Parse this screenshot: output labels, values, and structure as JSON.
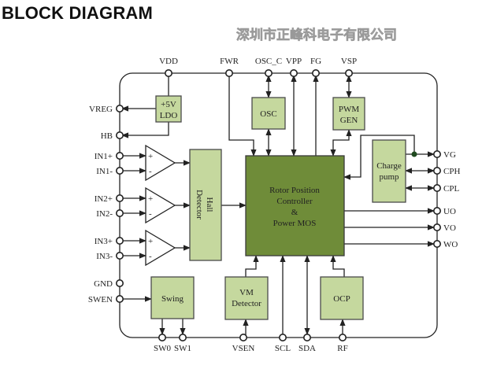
{
  "title": "BLOCK DIAGRAM",
  "pins": {
    "top": [
      "VDD",
      "FWR",
      "OSC_C",
      "VPP",
      "FG",
      "VSP"
    ],
    "left": [
      "VREG",
      "HB",
      "IN1+",
      "IN1-",
      "IN2+",
      "IN2-",
      "IN3+",
      "IN3-",
      "GND",
      "SWEN"
    ],
    "right": [
      "VG",
      "CPH",
      "CPL",
      "UO",
      "VO",
      "WO"
    ],
    "bottom": [
      "SW0",
      "SW1",
      "VSEN",
      "SCL",
      "SDA",
      "RF"
    ]
  },
  "blocks": {
    "ldo": [
      "+5V",
      "LDO"
    ],
    "osc": "OSC",
    "pwm": [
      "PWM",
      "GEN"
    ],
    "charge_pump": [
      "Charge",
      "pump"
    ],
    "main": [
      "Rotor Position",
      "Controller",
      "&",
      "Power MOS"
    ],
    "hall": [
      "Hall",
      "Detector"
    ],
    "swing": "Swing",
    "vm": [
      "VM",
      "Detector"
    ],
    "ocp": "OCP",
    "comparator_plus": "+",
    "comparator_minus": "-"
  },
  "watermark": "深圳市正峰科电子有限公司",
  "colors": {
    "block": "#c5d89e",
    "main": "#6f8c39"
  }
}
